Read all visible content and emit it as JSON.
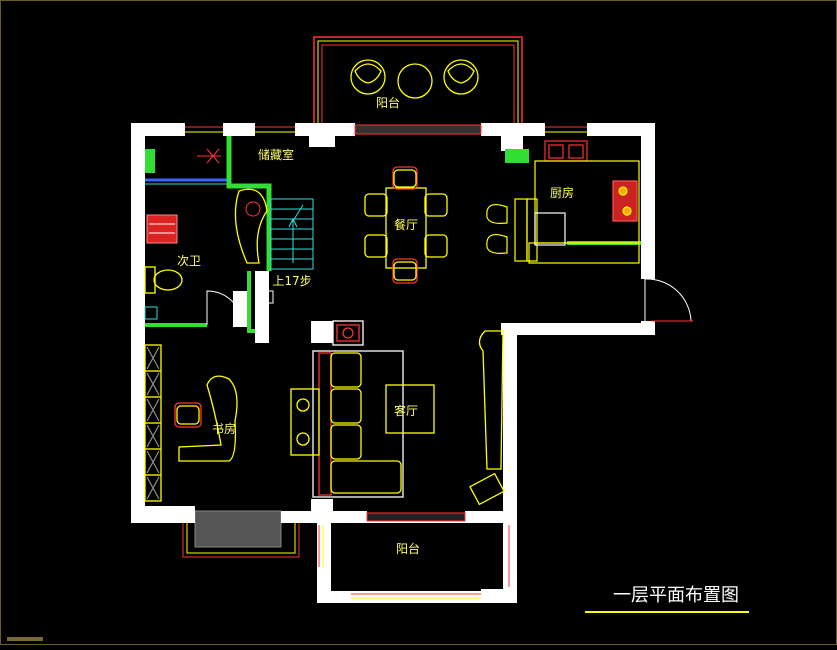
{
  "drawing": {
    "title": "一层平面布置图",
    "rooms": {
      "balcony_top": "阳台",
      "storage": "储藏室",
      "dining": "餐厅",
      "kitchen": "厨房",
      "second_bath": "次卫",
      "stairs": "上17步",
      "study": "书房",
      "living": "客厅",
      "balcony_bottom": "阳台"
    }
  },
  "colors": {
    "background": "#000000",
    "wall": "#ffffff",
    "furniture": "#ffff00",
    "accent_red": "#ff3333",
    "accent_green": "#33dd33",
    "accent_cyan": "#33dddd",
    "accent_blue": "#3366ff",
    "label": "#ffff66"
  }
}
